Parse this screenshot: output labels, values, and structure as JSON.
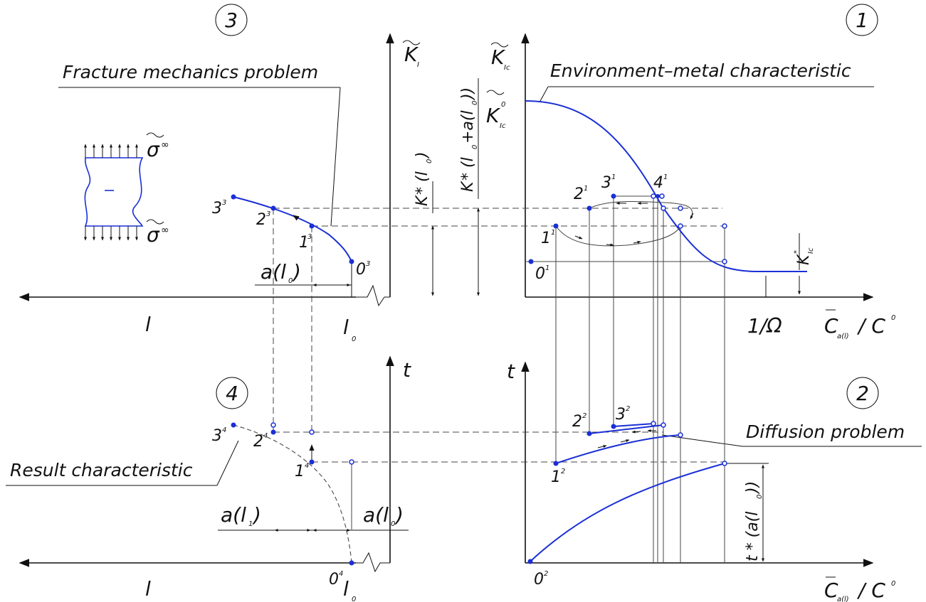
{
  "quadrants": [
    {
      "number": "3",
      "title": "Fracture mechanics problem"
    },
    {
      "number": "1",
      "title": "Environment–metal characteristic"
    },
    {
      "number": "4",
      "title": "Result characteristic"
    },
    {
      "number": "2",
      "title": "Diffusion problem"
    }
  ],
  "axes": {
    "k1": "K",
    "k1_sub": "I",
    "kic": "K",
    "kic_sub": "Ic",
    "kic0": "K",
    "kic0_sub": "Ic",
    "kic0_sup": "0",
    "kic_star": "K",
    "kic_star_sub": "Ic",
    "kic_star_sup": "*",
    "l": "l",
    "l0": "l",
    "l0_sub": "0",
    "t": "t",
    "c_ratio": "C",
    "c_ratio_sub": "a(l)",
    "c_ratio_tail": "/ C",
    "c_ratio_sup": "0",
    "one_over_omega": "1/Ω"
  },
  "annotations": {
    "k1_star_l0": "K",
    "k1_star_l0_tail": "* (l",
    "k1_star_l0_sub": "0",
    "k1_star_l0_end": ")",
    "k1_star_l0a": "K",
    "k1_star_l0a_tail": "* (l",
    "k1_star_l0a_mid": "+a(l",
    "k1_star_l0a_end": "))",
    "a_l0": "a(l",
    "a_l0_sub": "0",
    "a_l0_end": ")",
    "a_l1": "a(l",
    "a_l1_sub": "1",
    "a_l1_end": ")",
    "t_star": "t * (a(l",
    "t_star_end": "))",
    "sigma": "σ",
    "sigma_sup": "∞"
  },
  "points": {
    "q3": [
      {
        "n": "0",
        "s": "3"
      },
      {
        "n": "1",
        "s": "3"
      },
      {
        "n": "2",
        "s": "3"
      },
      {
        "n": "3",
        "s": "3"
      }
    ],
    "q1": [
      {
        "n": "0",
        "s": "1"
      },
      {
        "n": "1",
        "s": "1"
      },
      {
        "n": "2",
        "s": "1"
      },
      {
        "n": "3",
        "s": "1"
      },
      {
        "n": "4",
        "s": "1"
      }
    ],
    "q2": [
      {
        "n": "0",
        "s": "2"
      },
      {
        "n": "1",
        "s": "2"
      },
      {
        "n": "2",
        "s": "2"
      },
      {
        "n": "3",
        "s": "2"
      }
    ],
    "q4": [
      {
        "n": "0",
        "s": "4"
      },
      {
        "n": "1",
        "s": "4"
      },
      {
        "n": "2",
        "s": "4"
      },
      {
        "n": "3",
        "s": "4"
      }
    ]
  },
  "colors": {
    "curve": "#1a2fd6",
    "ink": "#111111"
  }
}
